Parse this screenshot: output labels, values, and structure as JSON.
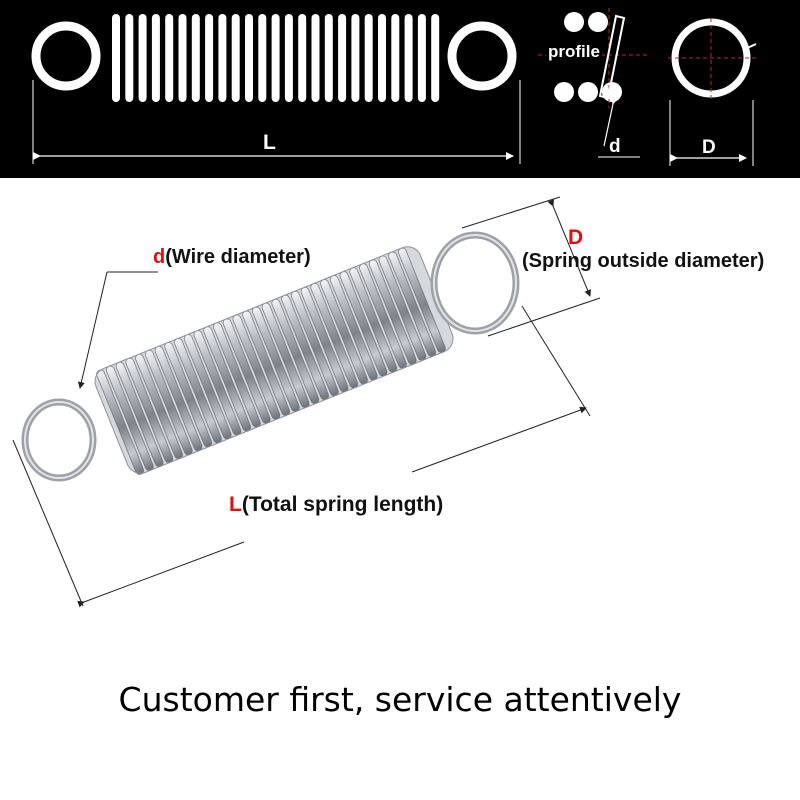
{
  "banner": {
    "length_symbol": "L",
    "profile_label": "profile",
    "wire_symbol": "d",
    "outer_symbol": "D"
  },
  "photo": {
    "wire": {
      "symbol": "d",
      "text": "(Wire diameter)"
    },
    "outer": {
      "symbol": "D",
      "text": "(Spring outside diameter)"
    },
    "length": {
      "symbol": "L",
      "text": "(Total spring length)"
    }
  },
  "tagline": "Customer first, service attentively",
  "colors": {
    "banner_bg": "#000000",
    "symbol_red": "#e01010",
    "spring_steel": "#a9adb3"
  }
}
